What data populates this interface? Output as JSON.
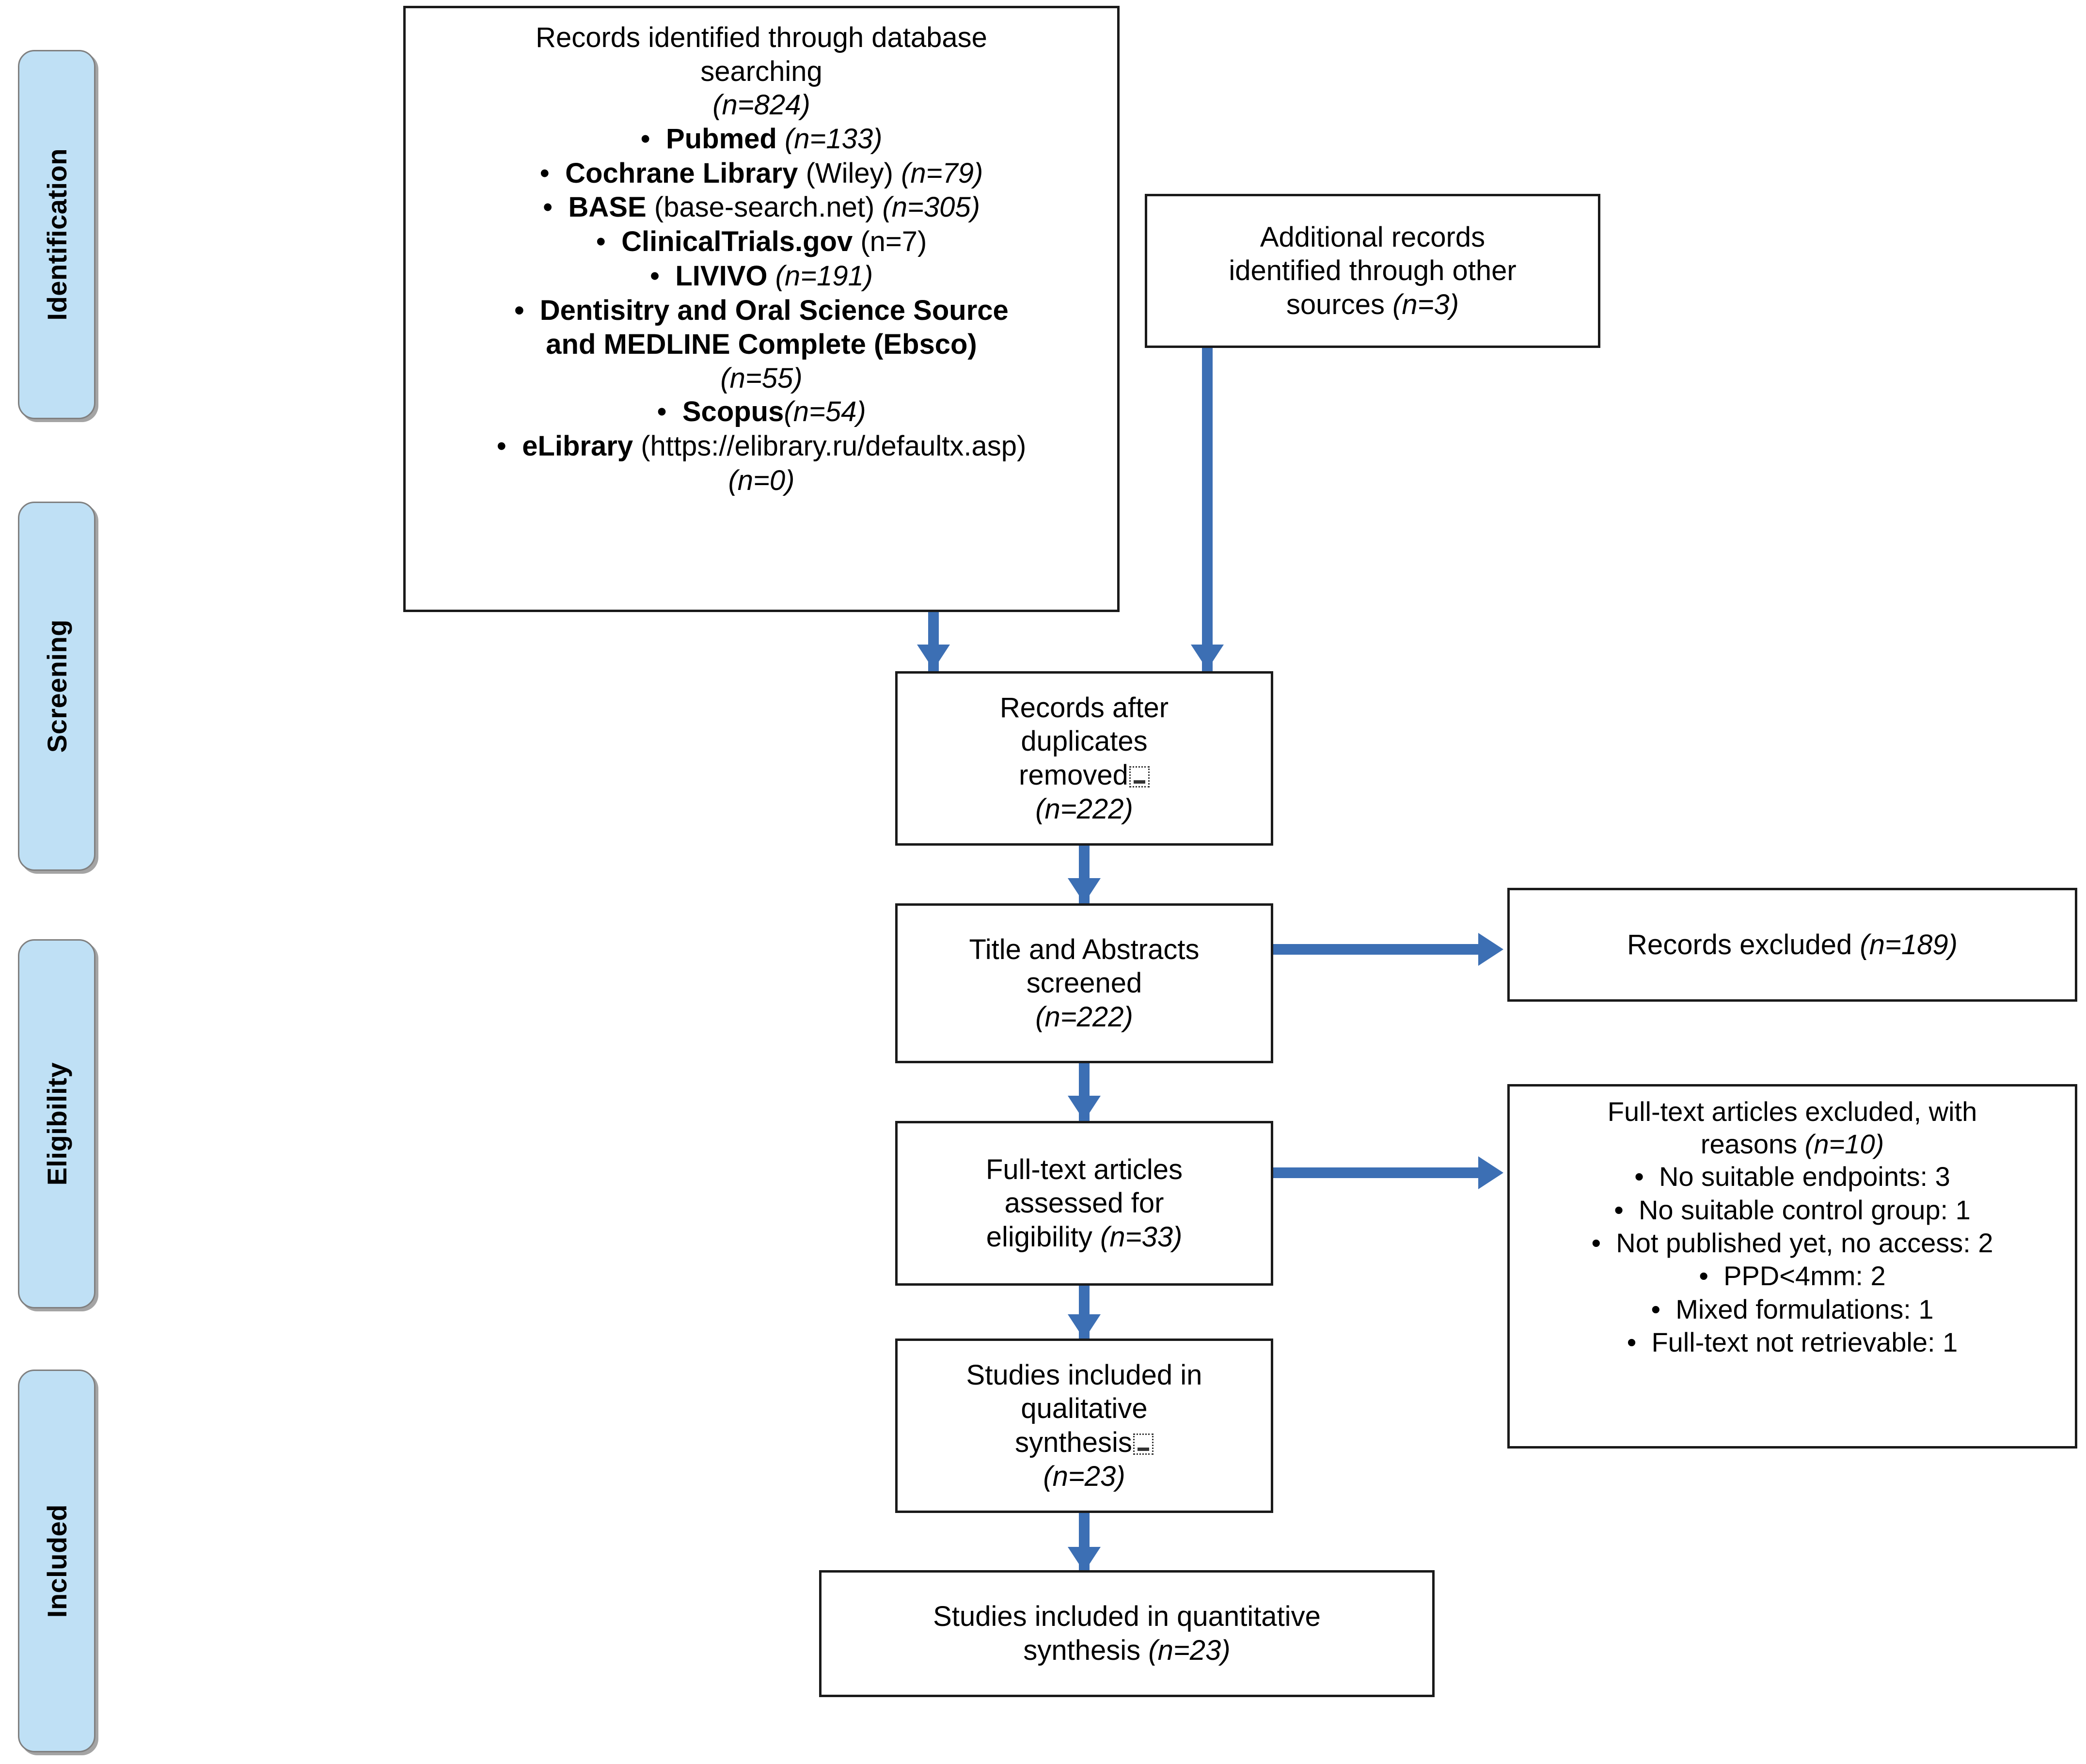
{
  "diagram": {
    "type": "prisma-flow-diagram",
    "accent_color": "#3c6fb4",
    "stage_fill": "#bfe0f5",
    "box_border": "#1a1a1a"
  },
  "stages": [
    {
      "label": "Identification"
    },
    {
      "label": "Screening"
    },
    {
      "label": "Eligibility"
    },
    {
      "label": "Included"
    }
  ],
  "boxes": {
    "database_search": {
      "title_line1": "Records identified through database",
      "title_line2": "searching",
      "total": "(n=824)",
      "sources": [
        {
          "name": "Pubmed",
          "qualifier": "",
          "count": "(n=133)"
        },
        {
          "name": "Cochrane Library",
          "qualifier": "(Wiley)",
          "count": "(n=79)"
        },
        {
          "name": "BASE",
          "qualifier": "(base-search.net)",
          "count": "(n=305)"
        },
        {
          "name": "ClinicalTrials.gov",
          "qualifier": "",
          "count": "(n=7)"
        },
        {
          "name": "LIVIVO",
          "qualifier": "",
          "count": "(n=191)"
        },
        {
          "name": "Dentisitry and Oral Science Source",
          "qualifier": "",
          "count": ""
        },
        {
          "name": "and MEDLINE  Complete (Ebsco)",
          "qualifier": "",
          "count": ""
        },
        {
          "name": "",
          "qualifier": "",
          "count": "(n=55)"
        },
        {
          "name": "Scopus",
          "qualifier": "",
          "count": "(n=54)"
        },
        {
          "name": "eLibrary",
          "qualifier": "(https://elibrary.ru/defaultx.asp)",
          "count": ""
        },
        {
          "name": "",
          "qualifier": "",
          "count": "(n=0)"
        }
      ]
    },
    "additional_records": {
      "line1": "Additional records",
      "line2": "identified through other",
      "line3_text": "sources ",
      "line3_count": "(n=3)"
    },
    "duplicates_removed": {
      "line1": "Records after",
      "line2": "duplicates",
      "line3": "removed",
      "count": "(n=222)"
    },
    "title_abstract_screened": {
      "line1": "Title and Abstracts",
      "line2": "screened",
      "count": "(n=222)"
    },
    "records_excluded": {
      "text": "Records excluded ",
      "count": "(n=189)"
    },
    "fulltext_assessed": {
      "line1": "Full-text articles",
      "line2": "assessed for",
      "line3_text": "eligibility ",
      "line3_count": "(n=33)"
    },
    "fulltext_excluded": {
      "line1": "Full-text articles excluded, with",
      "line2_text": "reasons ",
      "line2_count": "(n=10)",
      "reasons": [
        "No suitable endpoints: 3",
        "No suitable control group: 1",
        "Not published  yet, no access: 2",
        "PPD<4mm: 2",
        "Mixed formulations: 1",
        "Full-text not retrievable:  1"
      ]
    },
    "qualitative_synthesis": {
      "line1": "Studies included in",
      "line2": "qualitative",
      "line3": "synthesis",
      "count": "(n=23)"
    },
    "quantitative_synthesis": {
      "line1": "Studies included in quantitative",
      "line2_text": "synthesis ",
      "line2_count": "(n=23)"
    }
  }
}
